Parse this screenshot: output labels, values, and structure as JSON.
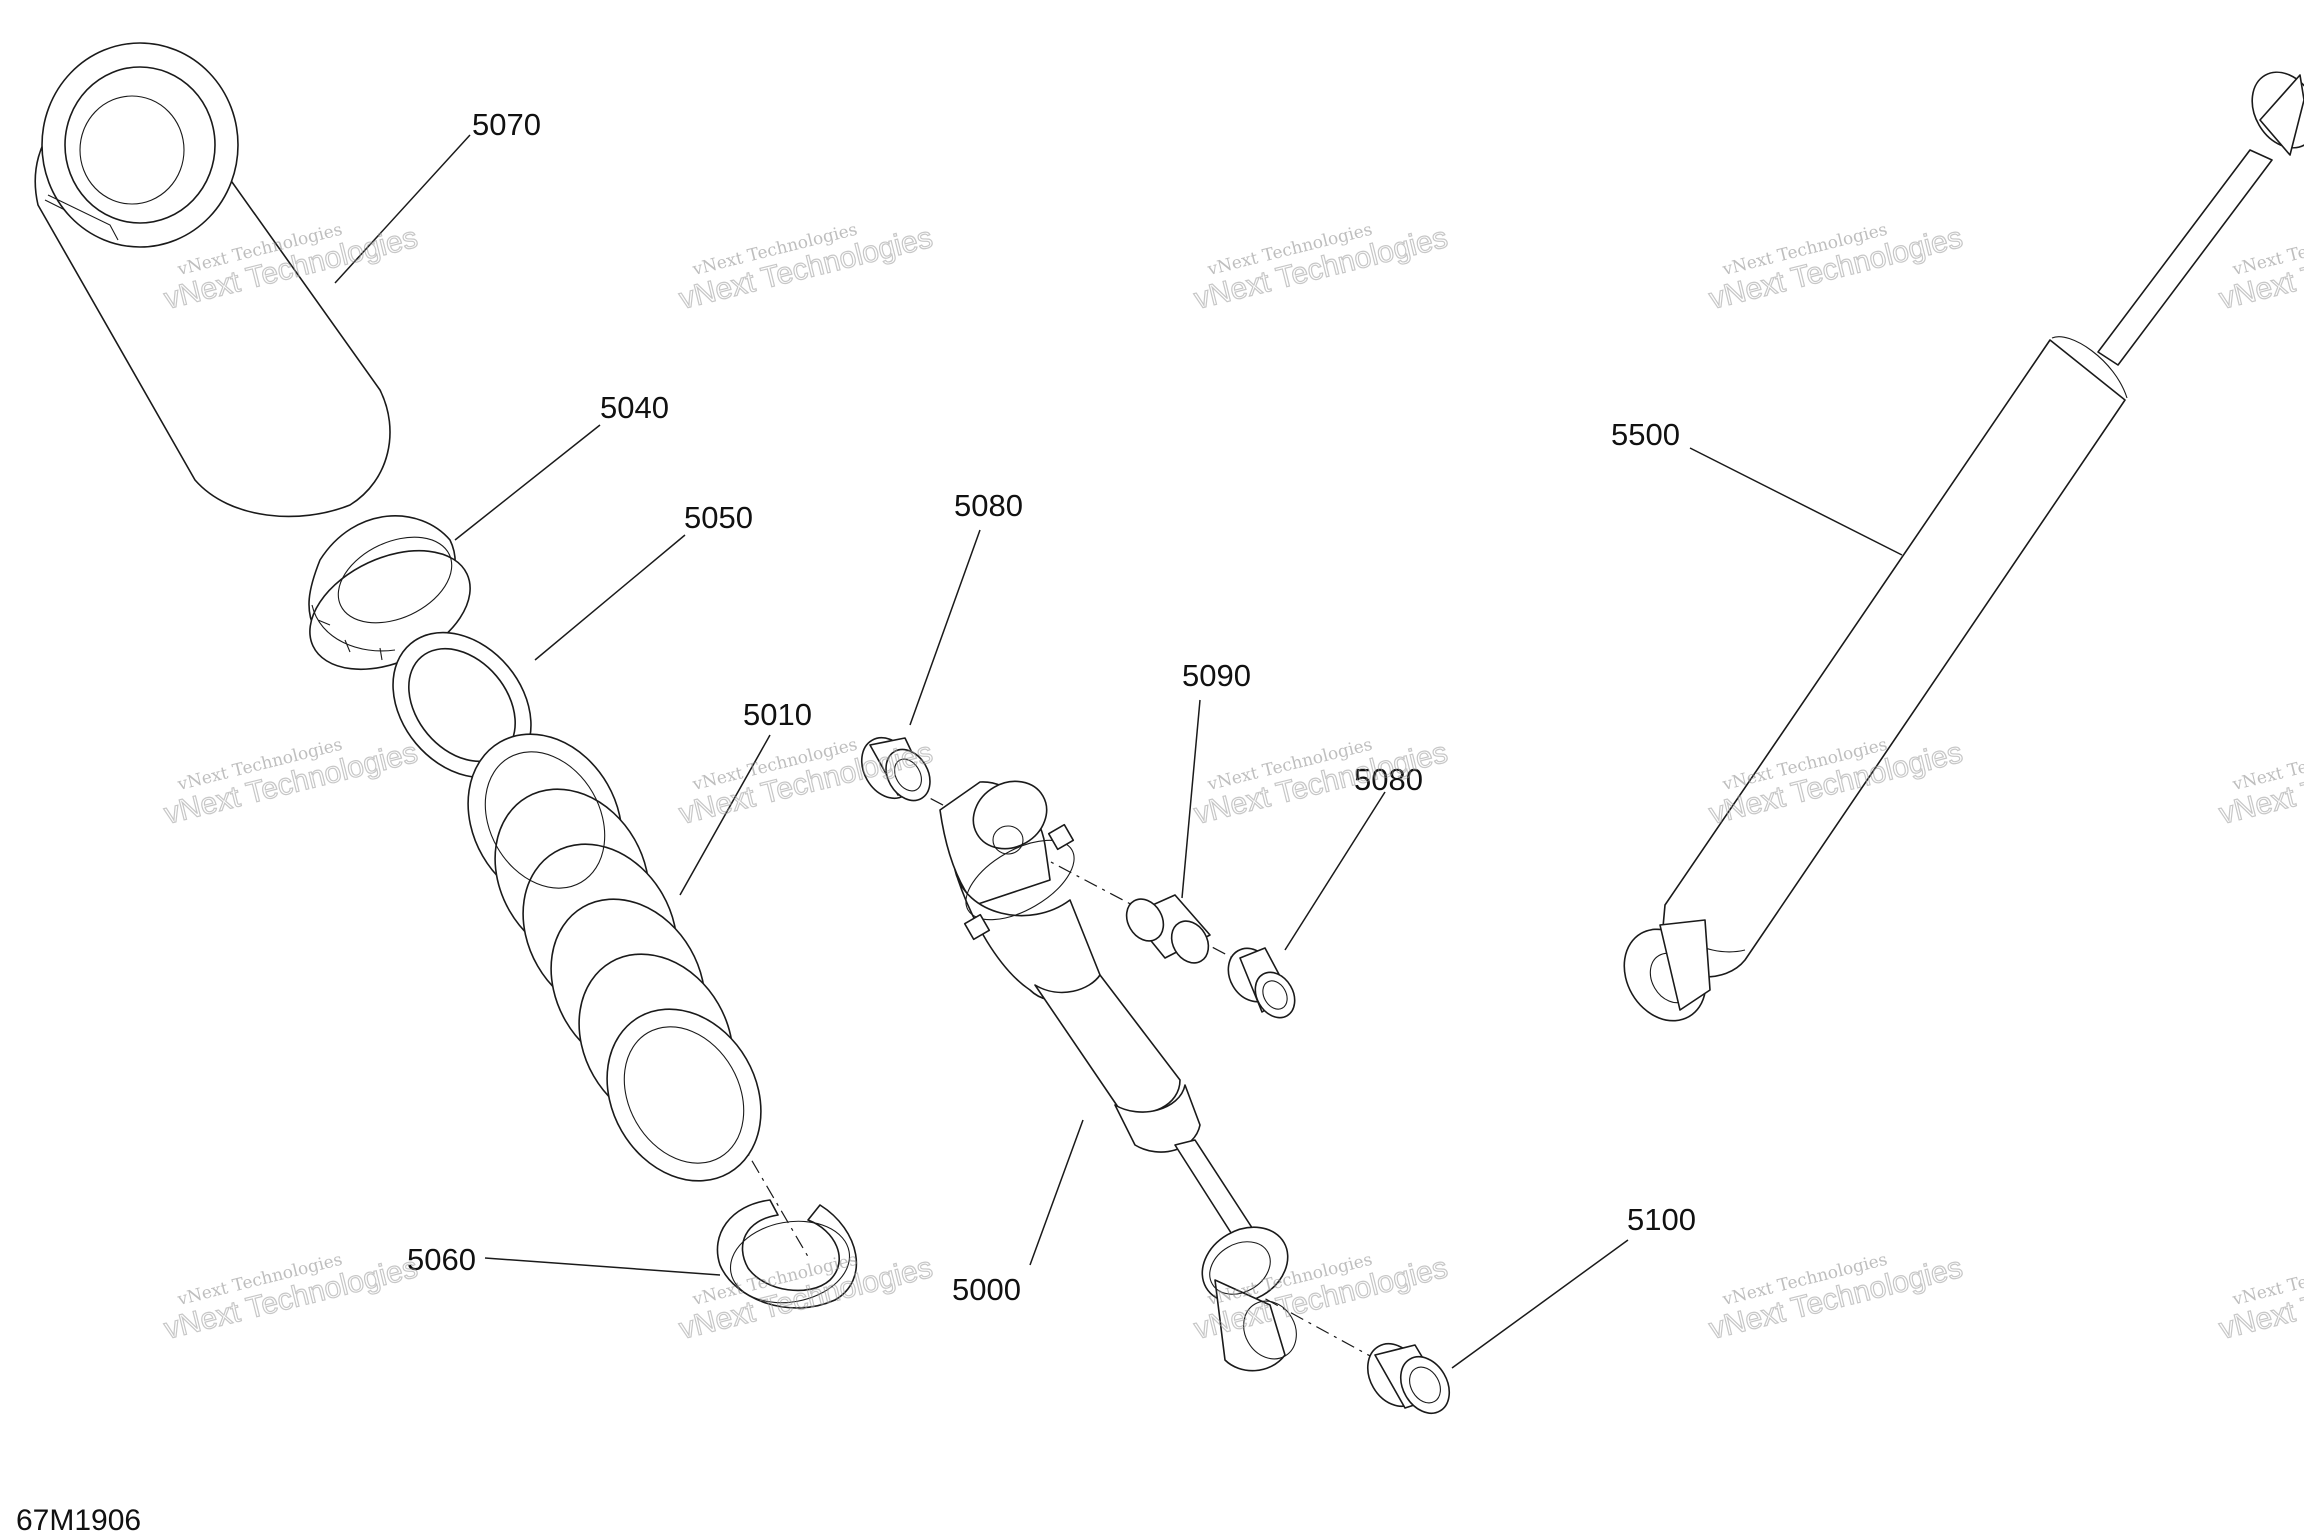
{
  "callouts": {
    "c5070": "5070",
    "c5040": "5040",
    "c5050": "5050",
    "c5080a": "5080",
    "c5010": "5010",
    "c5090": "5090",
    "c5080b": "5080",
    "c5500": "5500",
    "c5060": "5060",
    "c5000": "5000",
    "c5100": "5100"
  },
  "reference_code": "67M1906",
  "watermark": {
    "line1": "vNext Technologies",
    "line2": "vNext Technologies"
  },
  "colors": {
    "ink": "#1a1a1a",
    "watermark": "#9a9a9a",
    "background": "#ffffff"
  }
}
